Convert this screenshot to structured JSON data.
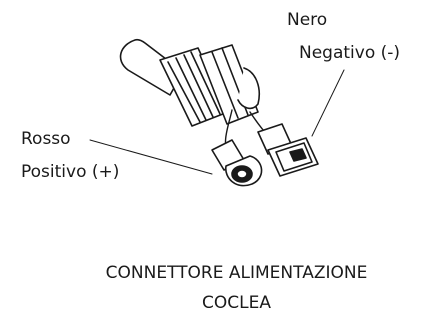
{
  "labels": {
    "negative": {
      "line1": "Nero",
      "line2": "Negativo (-)"
    },
    "positive": {
      "line1": "Rosso",
      "line2": "Positivo (+)"
    }
  },
  "caption": {
    "line1": "CONNETTORE ALIMENTAZIONE",
    "line2": "COCLEA"
  },
  "colors": {
    "stroke": "#1a1a1a",
    "background": "#ffffff"
  }
}
